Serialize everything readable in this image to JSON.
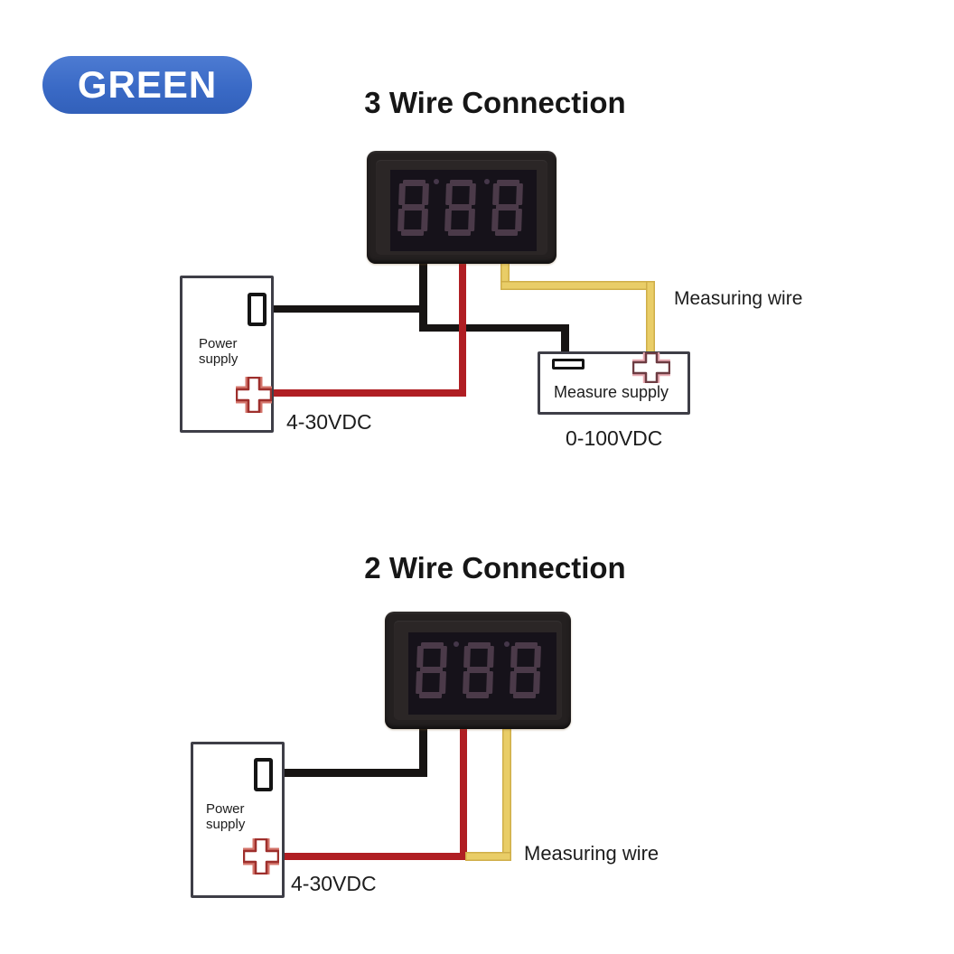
{
  "badge": {
    "label": "GREEN",
    "color": "#3a6ac6"
  },
  "top_diagram": {
    "title": "3 Wire Connection",
    "meter": {
      "display_value": "888"
    },
    "power_supply": {
      "label": "Power supply",
      "voltage_label": "4-30VDC"
    },
    "measure_supply": {
      "label": "Measure supply",
      "voltage_label": "0-100VDC"
    },
    "measuring_wire_label": "Measuring wire"
  },
  "bottom_diagram": {
    "title": "2 Wire Connection",
    "meter": {
      "display_value": "888"
    },
    "power_supply": {
      "label": "Power supply",
      "voltage_label": "4-30VDC"
    },
    "measuring_wire_label": "Measuring wire"
  },
  "colors": {
    "wire_black": "#171413",
    "wire_red": "#b01e23",
    "wire_yellow": "#e9cd67",
    "plus_terminal_red": "#9e2f2c",
    "plus_terminal_pink": "#6d3c42",
    "display_background": "#16121a",
    "display_segment": "#4b3a49",
    "badge_blue": "#3a6ac6"
  }
}
